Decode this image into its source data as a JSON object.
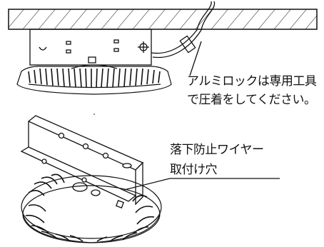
{
  "callouts": {
    "crimp_line1": "アルミロックは専用工具",
    "crimp_line2": "で圧着をしてください。",
    "wire_line1": "落下防止ワイヤー",
    "wire_line2": "取付け穴"
  },
  "colors": {
    "ink": "#111111",
    "paper": "#ffffff"
  }
}
